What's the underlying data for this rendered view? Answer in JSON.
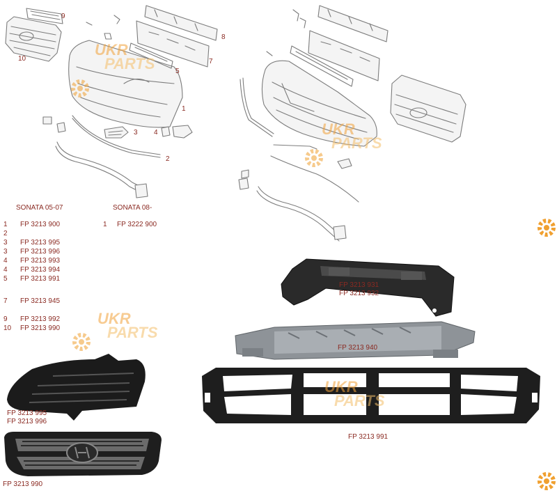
{
  "table": {
    "model_a": "SONATA  05-07",
    "model_b": "SONATA 08-",
    "rows_a": [
      {
        "n": "1",
        "code": "FP 3213 900"
      },
      {
        "n": "2",
        "code": ""
      },
      {
        "n": "3",
        "code": "FP 3213 995"
      },
      {
        "n": "3",
        "code": "FP 3213 996"
      },
      {
        "n": "4",
        "code": "FP 3213 993"
      },
      {
        "n": "4",
        "code": "FP 3213 994"
      },
      {
        "n": "5",
        "code": "FP 3213 991"
      },
      {
        "n": "7",
        "code": "FP 3213 945"
      },
      {
        "n": "9",
        "code": "FP 3213 992"
      },
      {
        "n": "10",
        "code": "FP 3213 990"
      }
    ],
    "rows_b": [
      {
        "n": "1",
        "code": "FP 3222 900"
      }
    ]
  },
  "callouts": {
    "c1": "1",
    "c2": "2",
    "c3": "3",
    "c4": "4",
    "c5": "5",
    "c7": "7",
    "c8": "8",
    "c9": "9",
    "c10": "10"
  },
  "captions": {
    "bracket_l": "FP 3213 931",
    "bracket_r": "FP 3213 932",
    "reinforcement": "FP 3213 940",
    "lower_grille": "FP 3213 991",
    "fog_l": "FP 3213 995",
    "fog_r": "FP 3213 996",
    "grille": "FP 3213 990"
  },
  "watermark": {
    "a": "UKR",
    "b": "PARTS"
  },
  "colors": {
    "label": "#8a2a22",
    "watermark": "#f1a23a",
    "gear": "#f0a030",
    "line": "#7c7c7c"
  }
}
